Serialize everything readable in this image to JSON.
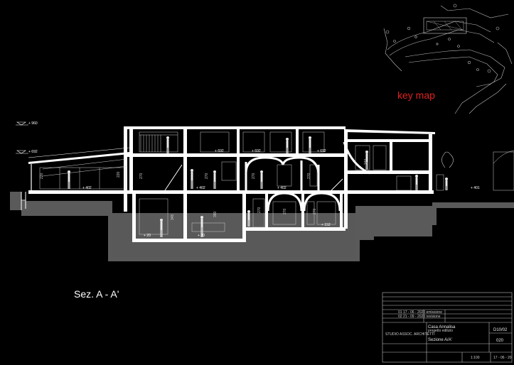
{
  "keymap": {
    "title": "key map"
  },
  "section": {
    "title": "Sez. A - A'"
  },
  "elevations": {
    "left_top": "+ 960",
    "left_mid": "+ 692",
    "levels": [
      "+ 692",
      "+ 692",
      "+ 692",
      "+ 402",
      "+ 402",
      "+ 402",
      "+ 401",
      "+ 20",
      "+ 20",
      "+ 152"
    ]
  },
  "heights": [
    "220",
    "220",
    "270",
    "270",
    "270",
    "270",
    "345",
    "380",
    "270",
    "270",
    "270",
    "240"
  ],
  "titleblock": {
    "project": "Casa Annalisa",
    "project_sub": "progetto edilizio",
    "sheet_title": "Sezione A/A'",
    "drawing_no": "D10/02",
    "number": "020",
    "firm": "STUDIO ASSOC. ARCHITETTI",
    "scale": "1:100",
    "date": "17 - 06 - 20",
    "rev_rows": [
      "01   17 - 06 - 2020   emissione",
      "02   21 - 09 - 2020   revisione"
    ]
  },
  "colors": {
    "background": "#000000",
    "ground": "#5a5a5a",
    "keymap_title": "#e0201f",
    "lines": "#ffffff"
  }
}
